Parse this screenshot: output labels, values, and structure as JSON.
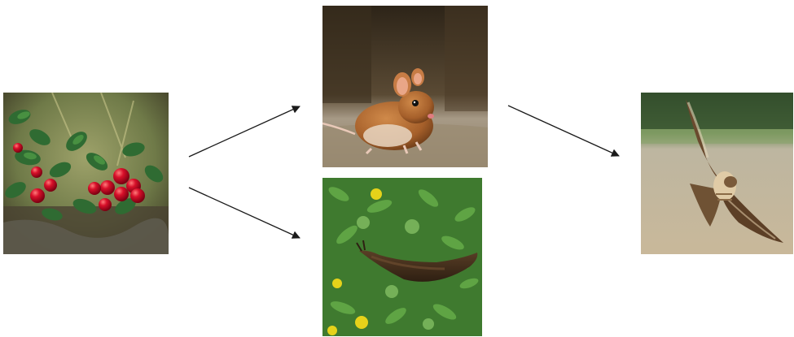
{
  "nodes": [
    {
      "id": "berries",
      "icon": "lingonberry-plant-photo"
    },
    {
      "id": "mouse",
      "icon": "mouse-photo"
    },
    {
      "id": "slug",
      "icon": "slug-photo"
    },
    {
      "id": "hawk",
      "icon": "hawk-photo"
    }
  ],
  "edges": [
    {
      "from": "berries",
      "to": "mouse"
    },
    {
      "from": "berries",
      "to": "slug"
    },
    {
      "from": "mouse",
      "to": "hawk"
    }
  ],
  "colors": {
    "arrow": "#1a1a1a",
    "background": "#ffffff"
  }
}
